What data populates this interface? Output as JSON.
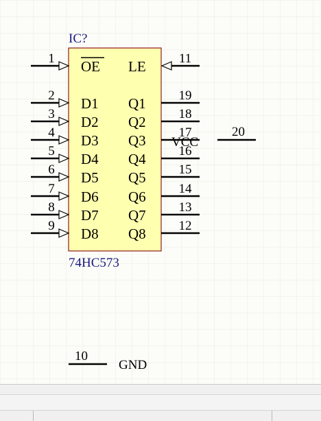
{
  "component": {
    "designator": "IC?",
    "part_name": "74HC573",
    "body_fill": "#ffffb0",
    "body_stroke": "#8b1a1a",
    "label_color": "#1a1a80"
  },
  "pins_left": [
    {
      "number": "1",
      "name": "OE",
      "overbar": true
    },
    {
      "number": "2",
      "name": "D1"
    },
    {
      "number": "3",
      "name": "D2"
    },
    {
      "number": "4",
      "name": "D3"
    },
    {
      "number": "5",
      "name": "D4"
    },
    {
      "number": "6",
      "name": "D5"
    },
    {
      "number": "7",
      "name": "D6"
    },
    {
      "number": "8",
      "name": "D7"
    },
    {
      "number": "9",
      "name": "D8"
    }
  ],
  "pins_right": [
    {
      "number": "11",
      "name": "LE"
    },
    {
      "number": "19",
      "name": "Q1"
    },
    {
      "number": "18",
      "name": "Q2"
    },
    {
      "number": "17",
      "name": "Q3"
    },
    {
      "number": "16",
      "name": "Q4"
    },
    {
      "number": "15",
      "name": "Q5"
    },
    {
      "number": "14",
      "name": "Q6"
    },
    {
      "number": "13",
      "name": "Q7"
    },
    {
      "number": "12",
      "name": "Q8"
    }
  ],
  "power_pins": {
    "vcc": {
      "number": "20",
      "name": "VCC"
    },
    "gnd": {
      "number": "10",
      "name": "GND"
    }
  },
  "colors": {
    "grid": "#e8e8e0",
    "wire": "#000000",
    "text": "#000000"
  }
}
